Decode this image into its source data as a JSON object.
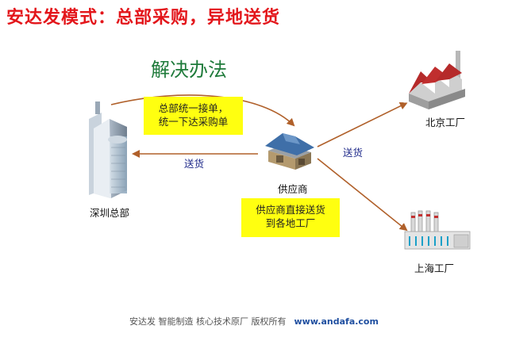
{
  "title": "安达发模式：总部采购，异地送货",
  "subtitle": "解决办法",
  "notes": {
    "order_line1": "总部统一接单，",
    "order_line2": "统一下达采购单",
    "direct_line1": "供应商直接送货",
    "direct_line2": "到各地工厂"
  },
  "nodes": {
    "headquarters": "深圳总部",
    "supplier": "供应商",
    "factory_beijing": "北京工厂",
    "factory_shanghai": "上海工厂"
  },
  "edges": {
    "supplier_to_hq": "送货",
    "supplier_to_factories": "送货"
  },
  "footer": {
    "text": "安达发   智能制造 核心技术原厂   版权所有",
    "url": "www.andafa.com"
  },
  "colors": {
    "title": "#e3161b",
    "subtitle": "#1e7a3a",
    "note_bg": "#ffff10",
    "arrow": "#b0602a"
  },
  "icons": {
    "headquarters": "office-building-icon",
    "supplier": "warehouse-icon",
    "factory_beijing": "factory-icon",
    "factory_shanghai": "industrial-plant-icon"
  }
}
